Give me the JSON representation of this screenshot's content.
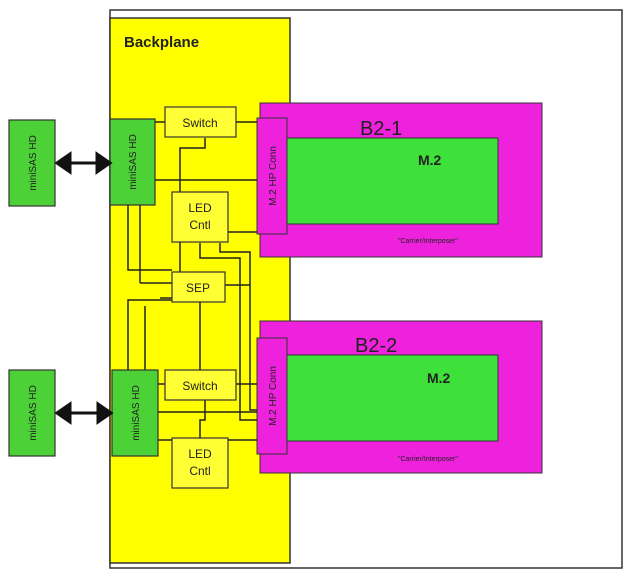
{
  "backplane": {
    "label": "Backplane"
  },
  "external_connectors": [
    {
      "label": "miniSAS HD"
    },
    {
      "label": "miniSAS HD"
    }
  ],
  "backplane_connectors": [
    {
      "label": "miniSAS HD"
    },
    {
      "label": "miniSAS HD"
    }
  ],
  "switches": [
    {
      "label": "Switch"
    },
    {
      "label": "Switch"
    }
  ],
  "led_controllers": [
    {
      "line1": "LED",
      "line2": "Cntl"
    },
    {
      "line1": "LED",
      "line2": "Cntl"
    }
  ],
  "sep": {
    "label": "SEP"
  },
  "carriers": [
    {
      "title": "B2-1",
      "conn_label": "M.2 HP Conn",
      "module_label": "M.2",
      "caption": "\"Carrier/Interposer\""
    },
    {
      "title": "B2-2",
      "conn_label": "M.2 HP Conn",
      "module_label": "M.2",
      "caption": "\"Carrier/Interposer\""
    }
  ],
  "colors": {
    "backplane": "#ffff00",
    "connector_green": "#4cd137",
    "module_green": "#3ee03a",
    "carrier_magenta": "#ee22dd",
    "box_yellow": "#ffff33",
    "line": "#222222"
  }
}
